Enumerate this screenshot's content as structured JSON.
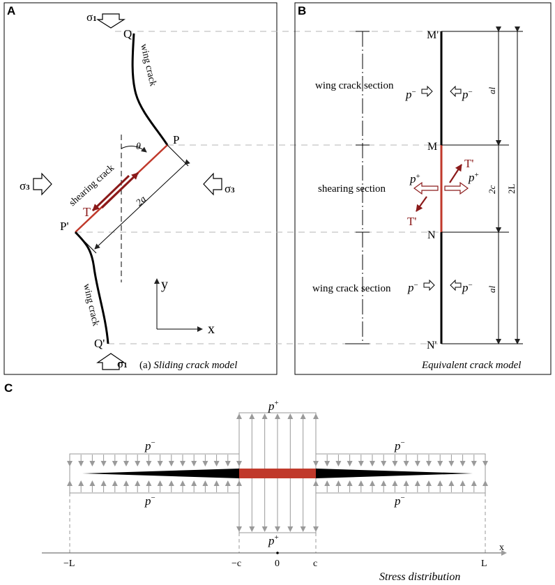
{
  "panel_a": {
    "letter": "A",
    "sigma1_top": "σ",
    "sigma1_sub": "1",
    "sigma1_bottom": "σ",
    "sigma1_bottom_sub": "1",
    "sigma3_left": "σ",
    "sigma3_left_sub": "3",
    "sigma3_right": "σ",
    "sigma3_right_sub": "3",
    "point_q": "Q",
    "point_p": "P",
    "point_p_prime": "P'",
    "point_q_prime": "Q'",
    "wing_crack_top": "wing crack",
    "wing_crack_bottom": "wing crack",
    "shearing_crack": "shearing crack",
    "angle": "θ",
    "length": "2a",
    "t_label": "T",
    "axis_y": "y",
    "axis_x": "x",
    "caption_prefix": "(a) ",
    "caption": "Sliding crack model"
  },
  "panel_b": {
    "letter": "B",
    "point_m_prime": "M'",
    "point_m": "M",
    "point_n": "N",
    "point_n_prime": "N'",
    "wing_section_top": "wing crack section",
    "shearing_section": "shearing section",
    "wing_section_bottom": "wing crack section",
    "p_minus": "p",
    "minus": "−",
    "p_plus": "p",
    "plus": "+",
    "t_prime": "T'",
    "dim_al_top": "al",
    "dim_2c": "2c",
    "dim_al_bottom": "al",
    "dim_2l": "2L",
    "caption": "Equivalent crack model"
  },
  "panel_c": {
    "letter": "C",
    "p_plus_top": "p",
    "p_plus_bottom": "p",
    "plus": "+",
    "p_minus_left_top": "p",
    "p_minus_left_bottom": "p",
    "p_minus_right_top": "p",
    "p_minus_right_bottom": "p",
    "minus": "−",
    "axis_x": "x",
    "tick_neg_l": "−L",
    "tick_neg_c": "−c",
    "tick_zero": "0",
    "tick_c": "c",
    "tick_l": "L",
    "caption": "Stress distribution"
  },
  "colors": {
    "crack_red": "#c0392b",
    "arrow_red": "#8b1a1a",
    "gray": "#9a9a9a",
    "dash": "#b5b5b5"
  }
}
